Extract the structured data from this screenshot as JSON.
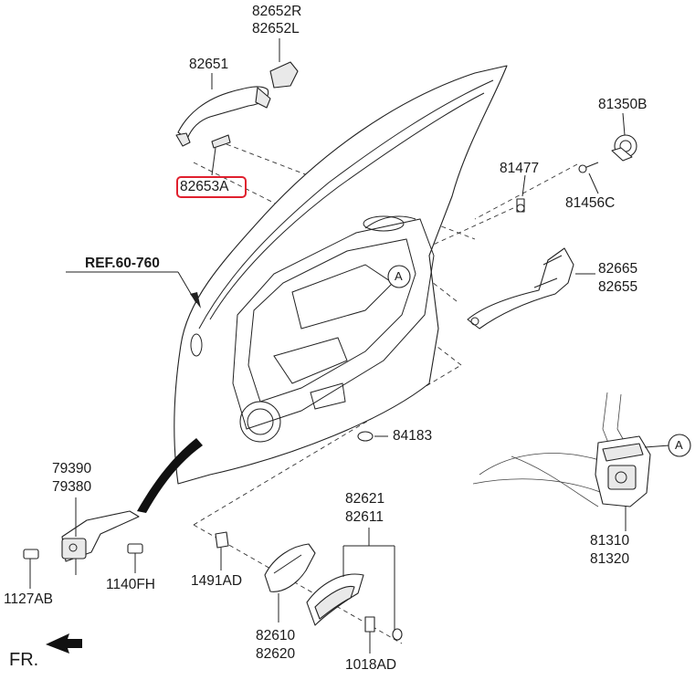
{
  "labels": {
    "p82652": [
      "82652R",
      "82652L"
    ],
    "p82651": "82651",
    "p82653A": "82653A",
    "p81350B": "81350B",
    "p81477": "81477",
    "p81456C": "81456C",
    "ref": "REF.60-760",
    "p82665": [
      "82665",
      "82655"
    ],
    "callout_a1": "A",
    "p84183": "84183",
    "p79390": [
      "79390",
      "79380"
    ],
    "p82621": [
      "82621",
      "82611"
    ],
    "p1127AB": "1127AB",
    "p1140FH": "1140FH",
    "p1491AD": "1491AD",
    "p82610": [
      "82610",
      "82620"
    ],
    "p1018AD": "1018AD",
    "p81310": [
      "81310",
      "81320"
    ],
    "callout_a2": "A",
    "front": "FR."
  },
  "highlight_color": "#e0202e"
}
